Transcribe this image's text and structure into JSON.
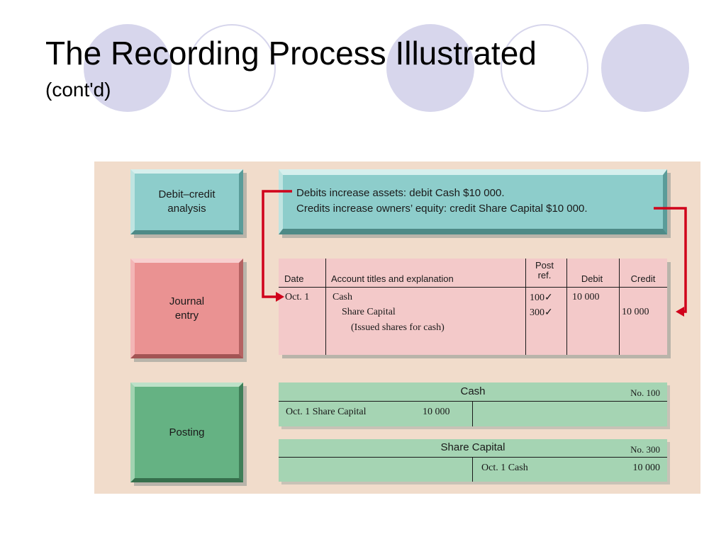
{
  "slide": {
    "title": "The Recording Process Illustrated",
    "subtitle": "(cont'd)"
  },
  "colors": {
    "circle": "#d7d6ec",
    "panel": "#f1dccb",
    "teal": "#8dcdcb",
    "red": "#ea9292",
    "green": "#65b283",
    "arrow": "#d0021b"
  },
  "labels": {
    "analysis_line1": "Debit–credit",
    "analysis_line2": "analysis",
    "journal_line1": "Journal",
    "journal_line2": "entry",
    "posting": "Posting"
  },
  "analysis": {
    "line1": "Debits increase assets: debit Cash $10 000.",
    "line2": "Credits increase owners’ equity: credit Share Capital $10 000."
  },
  "journal": {
    "headers": {
      "date": "Date",
      "account": "Account titles and explanation",
      "post_ref_1": "Post",
      "post_ref_2": "ref.",
      "debit": "Debit",
      "credit": "Credit"
    },
    "entry": {
      "date": "Oct. 1",
      "debit_account": "Cash",
      "credit_account": "Share Capital",
      "explanation": "(Issued shares for cash)",
      "ref_debit": "100✓",
      "ref_credit": "300✓",
      "debit_amount": "10 000",
      "credit_amount": "10 000"
    }
  },
  "accounts": [
    {
      "name": "Cash",
      "number": "No. 100",
      "left_entry": "Oct. 1 Share Capital",
      "left_amount": "10 000",
      "right_entry": "",
      "right_amount": ""
    },
    {
      "name": "Share Capital",
      "number": "No. 300",
      "left_entry": "",
      "left_amount": "",
      "right_entry": "Oct. 1 Cash",
      "right_amount": "10 000"
    }
  ]
}
